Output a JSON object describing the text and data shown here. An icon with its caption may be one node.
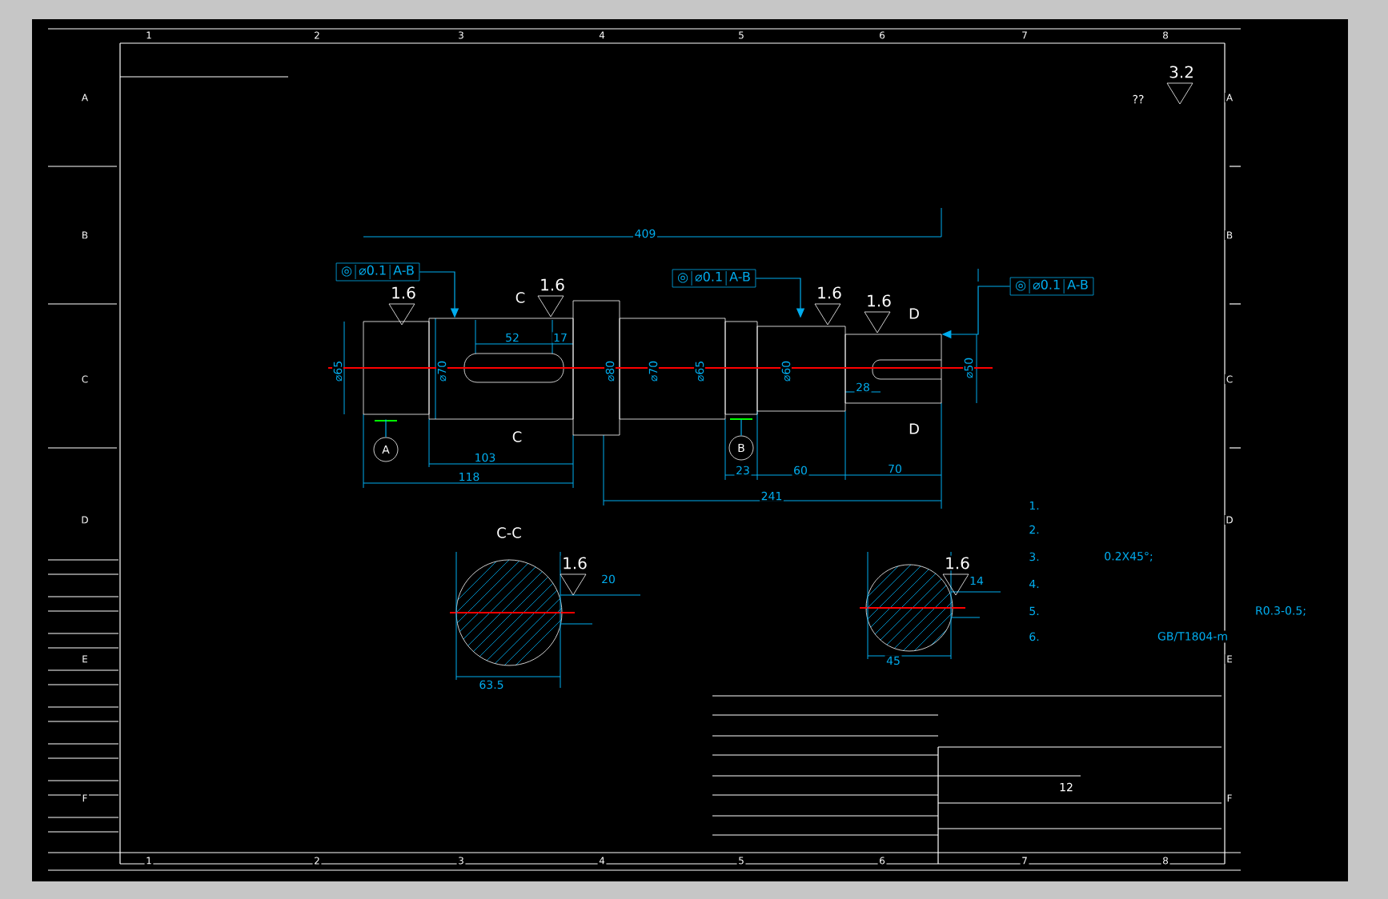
{
  "diagram": {
    "nodes": [
      {
        "text": [
          "◎",
          "⌀0.1",
          "A-B"
        ]
      },
      {
        "text": [
          "◎",
          "⌀0.1",
          "A-B"
        ]
      },
      {
        "text": [
          "◎",
          "⌀0.1",
          "A-B"
        ]
      },
      {
        "text": [
          "A"
        ]
      },
      {
        "text": [
          "B"
        ]
      },
      {
        "text": [],
        "shape": "picture"
      }
    ],
    "edges": [
      {
        "from": 0,
        "to": 5,
        "arrow": "to"
      },
      {
        "from": 1,
        "to": 5,
        "arrow": "to"
      },
      {
        "from": 2,
        "to": 5,
        "arrow": "to"
      },
      {
        "from": 3,
        "to": 5,
        "arrow": "none"
      },
      {
        "from": 4,
        "to": 5,
        "arrow": "none"
      }
    ],
    "labels": [
      "1",
      "2",
      "3",
      "4",
      "5",
      "6",
      "7",
      "8",
      "1",
      "2",
      "3",
      "4",
      "5",
      "6",
      "7",
      "8",
      "A",
      "B",
      "C",
      "D",
      "E",
      "F",
      "A",
      "B",
      "C",
      "D",
      "E",
      "F",
      "??",
      "3.2",
      "409",
      "52",
      "17",
      "28",
      "103",
      "118",
      "23",
      "60",
      "70",
      "241",
      "⌀65",
      "⌀70",
      "⌀80",
      "⌀70",
      "⌀65",
      "⌀60",
      "⌀50",
      "C",
      "C",
      "D",
      "D",
      "1.6",
      "1.6",
      "1.6",
      "1.6",
      "C-C",
      "1.6",
      "20",
      "63.5",
      "1.6",
      "14",
      "45",
      "1.",
      "2.",
      "3.",
      "0.2X45°;",
      "4.",
      "5.",
      "R0.3-0.5;",
      "6.",
      "GB/T1804-m",
      "12"
    ]
  }
}
